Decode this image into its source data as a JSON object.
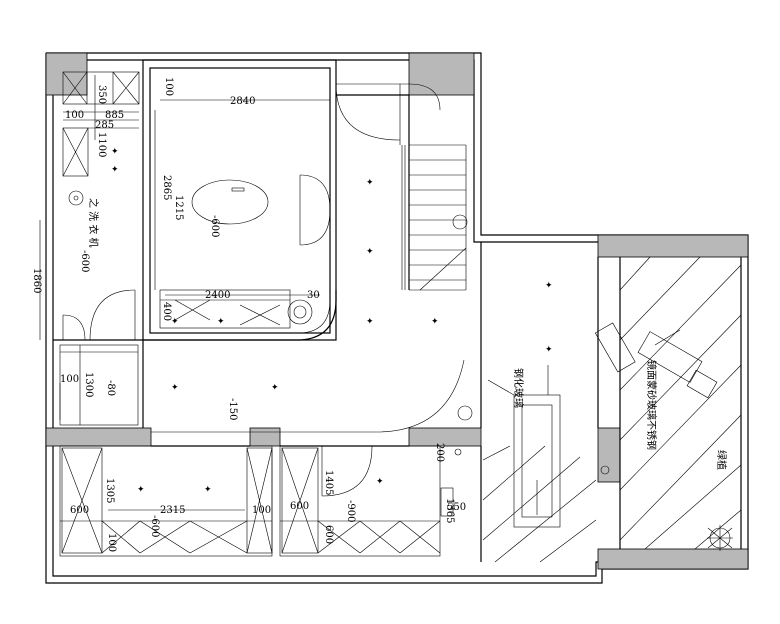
{
  "dimensions": {
    "d350": "350",
    "d100a": "100",
    "d885": "885",
    "d285": "285",
    "d1100": "1100",
    "d100b": "100",
    "d2840": "2840",
    "d2865": "2865",
    "d1215": "1215",
    "d2400": "2400",
    "d400": "400",
    "d30": "30",
    "d1860": "1860",
    "d100c": "100",
    "d1300": "1300",
    "d1305": "1305",
    "d2315": "2315",
    "d600a": "600",
    "d100d": "100",
    "d600b": "600",
    "d600c": "600",
    "d1405": "1405",
    "d1365": "1365",
    "d550": "550",
    "d100e": "100",
    "d200": "200"
  },
  "levels": {
    "l600a": "-600",
    "l600b": "-600",
    "l80": "-80",
    "l150": "-150",
    "l900a": "-900",
    "l600c": "-600"
  },
  "labels": {
    "laundry": "之 洗 衣 机",
    "mirror": "镜面蒙砂玻璃不锈钢",
    "glass": "钢化玻璃",
    "plants": "绿植"
  }
}
